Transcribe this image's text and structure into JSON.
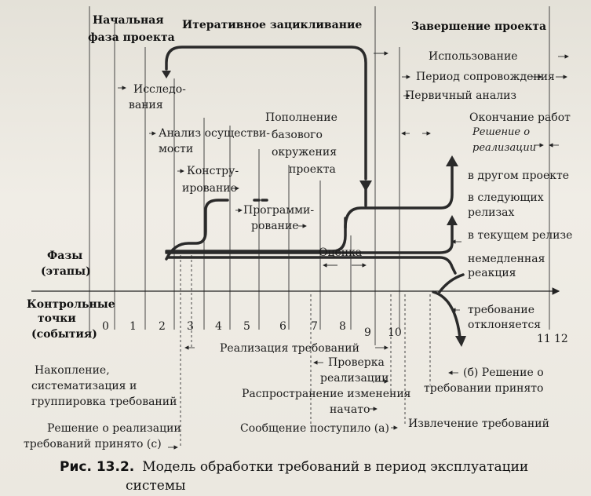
{
  "labels": {
    "initial_phase_1": "Начальная",
    "initial_phase_2": "фаза проекта",
    "iterative_loop": "Итеративное зацикливание",
    "project_completion": "Завершение проекта",
    "usage": "Использование",
    "maintenance_period": "Период сопровождения",
    "initial_analysis": "Первичный анализ",
    "work_end": "Окончание работ",
    "impl_decision_1": "Решение о",
    "impl_decision_2": "реализации",
    "other_project": "в другом проекте",
    "next_releases_1": "в следующих",
    "next_releases_2": "релизах",
    "current_release": "в текущем релизе",
    "immediate_1": "немедленная",
    "immediate_2": "реакция",
    "rejected_1": "требование",
    "rejected_2": "отклоняется",
    "research_1": "Исследо-",
    "research_2": "вания",
    "feasibility_1": "Анализ осуществи-",
    "feasibility_2": "мости",
    "design_1": "Констру-",
    "design_2": "ирование",
    "programming_1": "Программи-",
    "programming_2": "рование",
    "env_update_1": "Пополнение",
    "env_update_2": "базового",
    "env_update_3": "окружения",
    "env_update_4": "проекта",
    "evaluation": "Оценка",
    "phases_1": "Фазы",
    "phases_2": "(этапы)",
    "checkpoints_1": "Контрольные",
    "checkpoints_2": "точки",
    "checkpoints_3": "(события)",
    "req_implementation": "Реализация требований",
    "accumulation_1": "Накопление,",
    "accumulation_2": "систематизация и",
    "accumulation_3": "группировка требований",
    "impl_check_1": "Проверка",
    "impl_check_2": "реализации",
    "change_spread_1": "Распространение изменения",
    "change_spread_2": "начато",
    "message_received": "Сообщение поступило (а)",
    "decision_b_1": "(б) Решение о",
    "decision_b_2": "требовании принято",
    "req_extraction": "Извлечение требований",
    "decision_c_1": "Решение о реализации",
    "decision_c_2": "требований принято (с)"
  },
  "axis": {
    "ticks": [
      "0",
      "1",
      "2",
      "3",
      "4",
      "5",
      "6",
      "7",
      "8",
      "9",
      "10",
      "11",
      "12"
    ]
  },
  "caption": {
    "number": "Рис. 13.2.",
    "text_1": "Модель обработки требований в период эксплуатации",
    "text_2": "системы"
  }
}
